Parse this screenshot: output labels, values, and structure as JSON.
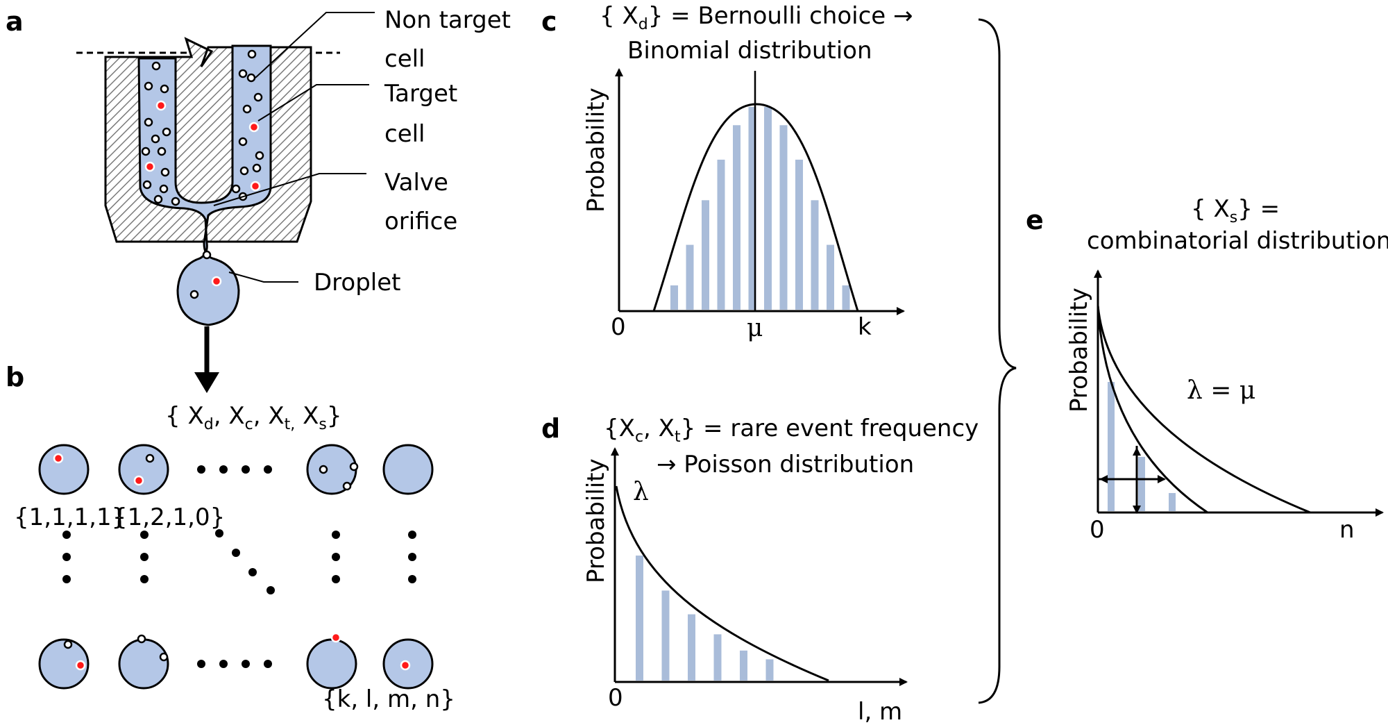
{
  "colors": {
    "cell_fill": "#b4c7e7",
    "bar_fill": "#a9bcd9",
    "target_cell": "#ff1a1a",
    "hatch": "#808080",
    "stroke": "#000000"
  },
  "panels": {
    "a": "a",
    "b": "b",
    "c": "c",
    "d": "d",
    "e": "e"
  },
  "panel_a": {
    "non_target_1": "Non target",
    "non_target_2": "cell",
    "target_1": "Target",
    "target_2": "cell",
    "valve_1": "Valve",
    "valve_2": "orifice",
    "droplet": "Droplet"
  },
  "panel_b": {
    "set_label": {
      "open": "{ X",
      "d": "d",
      "sep1": ", X",
      "c": "c",
      "sep2": ", X",
      "t": "t,",
      "sep3": " X",
      "s": "s",
      "close": "}"
    },
    "label_1": "{1,1,1,1}",
    "label_2": "{1,2,1,0}",
    "label_n": "{k, l, m, n}"
  },
  "panel_c": {
    "title_1": {
      "open": "{ X",
      "sub": "d",
      "rest": "} = Bernoulli choice →"
    },
    "title_2": "Binomial distribution",
    "ylabel": "Probability",
    "x_zero": "0",
    "x_mu": "μ",
    "x_k": "k"
  },
  "panel_d": {
    "title_1": {
      "open": "{X",
      "sub1": "c",
      "mid": ",  X",
      "sub2": "t",
      "rest": "}  = rare event frequency"
    },
    "title_2": "→ Poisson distribution",
    "ylabel": "Probability",
    "lambda": "λ",
    "x_zero": "0",
    "x_lm": "l, m"
  },
  "panel_e": {
    "title_1": {
      "open": "{ X",
      "sub": "s",
      "rest": "} ="
    },
    "title_2": "combinatorial distribution",
    "ylabel": "Probability",
    "eq": "λ = μ",
    "x_zero": "0",
    "x_n": "n"
  },
  "chart_data": [
    {
      "type": "bar",
      "panel": "c",
      "description_shape": "binomial with envelope curve",
      "x_ticks": [
        "0",
        "μ",
        "k"
      ],
      "ylabel": "Probability",
      "values": [
        0.12,
        0.32,
        0.54,
        0.74,
        0.91,
        1.0,
        1.0,
        0.91,
        0.74,
        0.54,
        0.32,
        0.12
      ]
    },
    {
      "type": "bar",
      "panel": "d",
      "description_shape": "poisson with decaying envelope",
      "x_ticks": [
        "0",
        "l, m"
      ],
      "ylabel": "Probability",
      "values": [
        1.0,
        0.72,
        0.53,
        0.37,
        0.24,
        0.17
      ]
    },
    {
      "type": "bar",
      "panel": "e",
      "description_shape": "combinatorial, decaying",
      "x_ticks": [
        "0",
        "n"
      ],
      "ylabel": "Probability",
      "values": [
        1.0,
        0.42,
        0.14
      ]
    }
  ]
}
